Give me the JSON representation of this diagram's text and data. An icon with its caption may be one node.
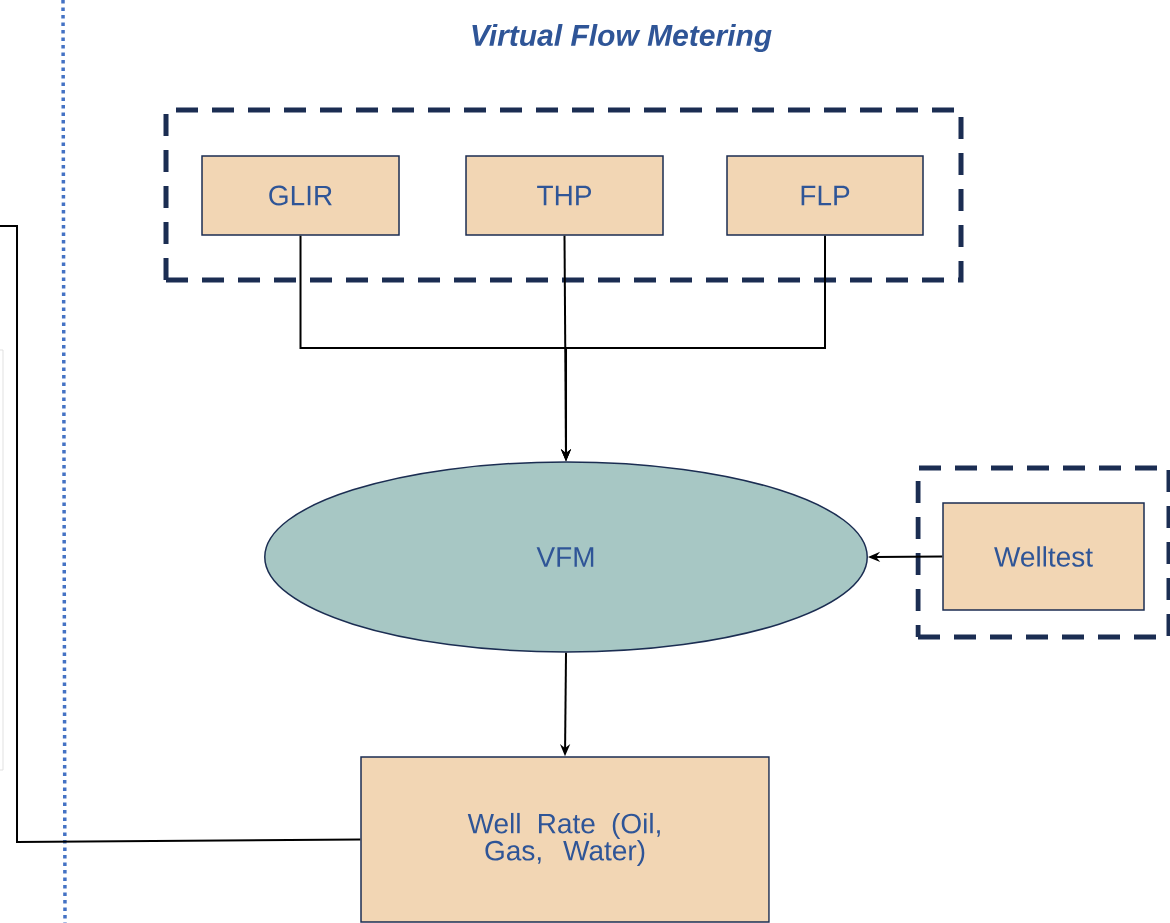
{
  "diagram": {
    "title": "Virtual Flow Metering",
    "nodes": [
      {
        "text": [],
        "shape": "box"
      },
      {
        "text": [
          "GLIR"
        ],
        "in": 0
      },
      {
        "text": [
          "THP"
        ],
        "in": 0
      },
      {
        "text": [
          "FLP"
        ],
        "in": 0
      },
      {
        "text": [
          "VFM"
        ]
      },
      {
        "text": [],
        "shape": "box"
      },
      {
        "text": [
          "Welltest"
        ],
        "in": 5
      },
      {
        "text": [
          "Well Rate (Oil, Gas, Water)"
        ]
      }
    ],
    "edges": [
      {
        "from": 1,
        "to": 4,
        "arrow": "to"
      },
      {
        "from": 2,
        "to": 4,
        "arrow": "to"
      },
      {
        "from": 3,
        "to": 4,
        "arrow": "to"
      },
      {
        "from": 6,
        "to": 4,
        "arrow": "to"
      },
      {
        "from": 4,
        "to": 7,
        "arrow": "to"
      },
      {
        "from": 7,
        "to": null,
        "arrow": "none"
      }
    ]
  }
}
